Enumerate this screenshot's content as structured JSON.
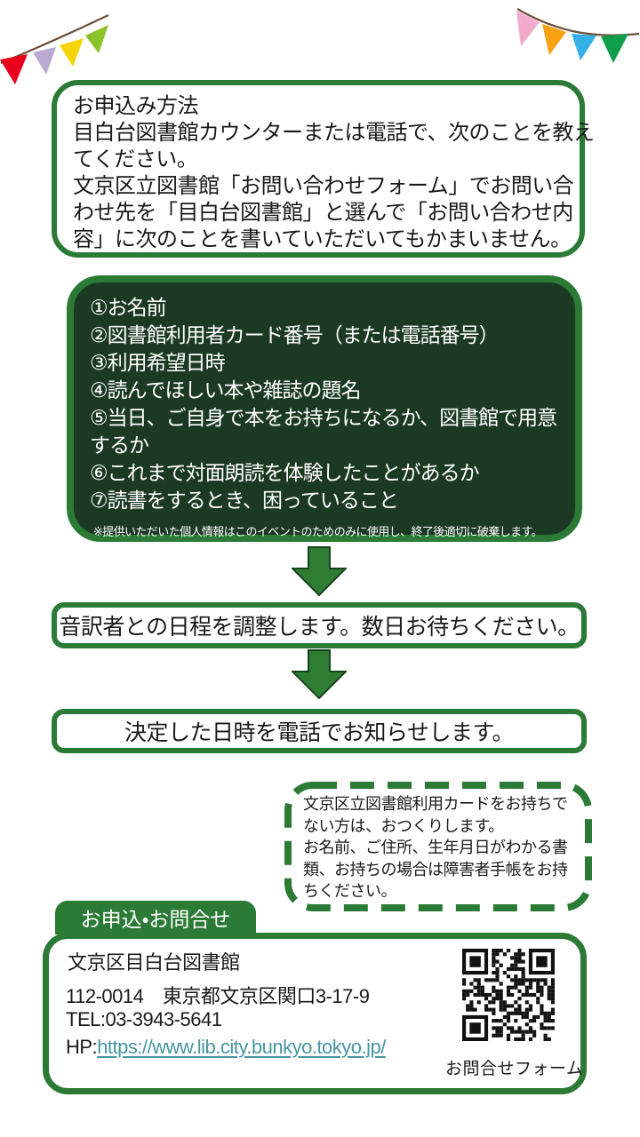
{
  "colors": {
    "box_border_green": "#2b7a35",
    "dark_box_bg": "#1c3a23",
    "text": "#1a1a1a",
    "link": "#4796a0",
    "bunting_left_flags": [
      "#e8001c",
      "#b9aad2",
      "#f7d408",
      "#8dc32a"
    ],
    "bunting_right_flags": [
      "#f2aacd",
      "#f6a210",
      "#33b1e6",
      "#0f9e4a"
    ],
    "bunting_string": "#6b4f3a"
  },
  "intro_box": {
    "lines": [
      "お申込み方法",
      "目白台図書館カウンターまたは電話で、次のことを教え",
      "てください。",
      "文京区立図書館「お問い合わせフォーム」でお問い合",
      "わせ先を「目白台図書館」と選んで「お問い合わせ内",
      "容」に次のことを書いていただいてもかまいません。"
    ]
  },
  "items_box": {
    "lines": [
      "①お名前",
      "②図書館利用者カード番号（または電話番号）",
      "③利用希望日時",
      "④読んでほしい本や雑誌の題名",
      "⑤当日、ご自身で本をお持ちになるか、図書館で用意",
      "するか",
      "⑥これまで対面朗読を体験したことがあるか",
      "⑦読書をするとき、困っていること"
    ],
    "note": "※提供いただいた個人情報はこのイベントのためのみに使用し、終了後適切に破棄します。"
  },
  "steps": [
    {
      "label": "音訳者との日程を調整します。数日お待ちください。"
    },
    {
      "label": "決定した日時を電話でお知らせします。"
    }
  ],
  "card_note": {
    "lines": [
      "文京区立図書館利用カードをお持ちで",
      "ない方は、おつくりします。",
      "お名前、ご住所、生年月日がわかる書",
      "類、お持ちの場合は障害者手帳をお持",
      "ちください。"
    ]
  },
  "contact": {
    "heading": "お申込・お問合せ",
    "library_name": "文京区目白台図書館",
    "address": "112-0014　東京都文京区関口3-17-9",
    "tel": "TEL:03-3943-5641",
    "hp_label": "HP:",
    "hp_url": "https://www.lib.city.bunkyo.tokyo.jp/",
    "qr_caption": "お問合せフォーム"
  }
}
